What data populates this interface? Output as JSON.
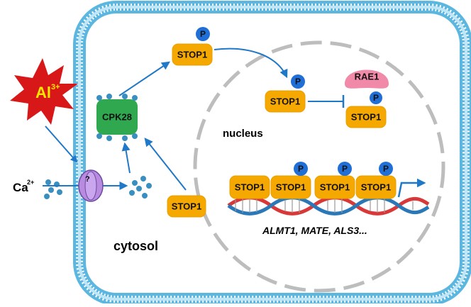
{
  "labels": {
    "al": "Al",
    "al_sup": "3+",
    "ca": "Ca",
    "ca_sup": "2+",
    "channel_mark": "?",
    "cpk28": "CPK28",
    "stop1": "STOP1",
    "p": "P",
    "rae1": "RAE1",
    "nucleus": "nucleus",
    "cytosol": "cytosol",
    "genes": "ALMT1, MATE, ALS3..."
  },
  "colors": {
    "membrane": "#5bb6e0",
    "stop1": "#f5a800",
    "phosphate": "#1f6fd6",
    "cpk28": "#2fa84f",
    "rae1": "#f08aa8",
    "al_burst": "#d81818",
    "al_text": "#ffe600",
    "channel": "#b98be0",
    "arrow": "#1f78c8",
    "dna_red": "#d93838",
    "dna_blue": "#2a78b8"
  },
  "icons": {
    "burst": "red-star-burst-icon",
    "channel": "calcium-channel-icon",
    "ion": "calcium-ion-icon",
    "dna": "dna-helix-icon"
  }
}
